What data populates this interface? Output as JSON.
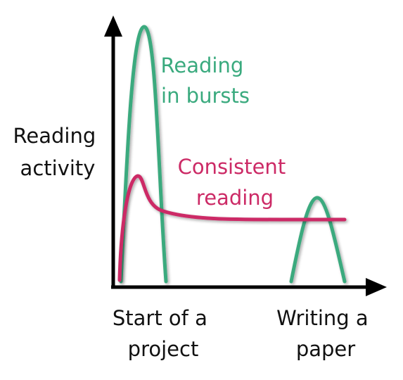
{
  "colors": {
    "axis": "#000000",
    "bursts": "#3aaa7e",
    "consistent": "#cc2a66",
    "text": "#111111"
  },
  "y_axis_label": [
    "Reading",
    "activity"
  ],
  "x_ticks": {
    "start": [
      "Start of a",
      "project"
    ],
    "end": [
      "Writing a",
      "paper"
    ]
  },
  "bursts_label": [
    "Reading",
    "in bursts"
  ],
  "consistent_label": [
    "Consistent",
    "reading"
  ]
}
